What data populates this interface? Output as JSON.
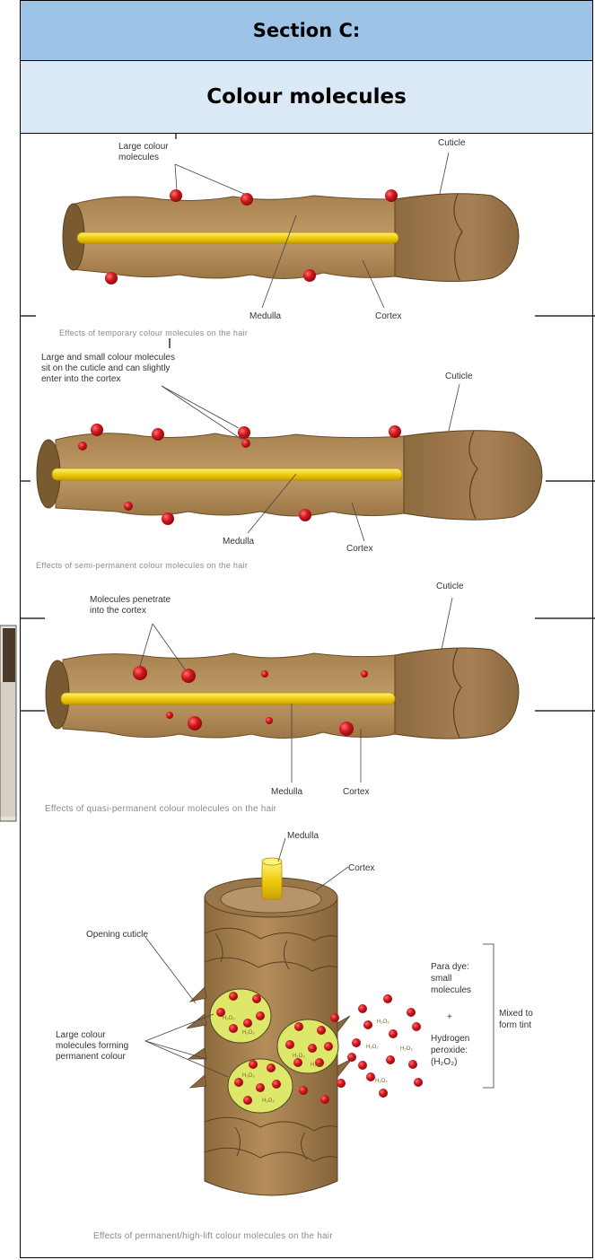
{
  "header": {
    "section": "Section C:",
    "title": "Colour molecules"
  },
  "diagram1": {
    "labels": {
      "large_molecules": [
        "Large colour",
        "molecules"
      ],
      "cuticle": "Cuticle",
      "medulla": "Medulla",
      "cortex": "Cortex"
    },
    "caption": "Effects of temporary colour molecules on the hair"
  },
  "diagram2": {
    "labels": {
      "molecules": [
        "Large and small colour molecules",
        "sit on the cuticle and can slightly",
        "enter into the cortex"
      ],
      "cuticle": "Cuticle",
      "medulla": "Medulla",
      "cortex": "Cortex"
    },
    "caption": "Effects of semi-permanent colour molecules on the hair"
  },
  "diagram3": {
    "labels": {
      "molecules": [
        "Molecules penetrate",
        "into the cortex"
      ],
      "cuticle": "Cuticle",
      "medulla": "Medulla",
      "cortex": "Cortex"
    },
    "caption": "Effects of quasi-permanent colour molecules on the hair"
  },
  "diagram4": {
    "labels": {
      "medulla": "Medulla",
      "cortex": "Cortex",
      "opening_cuticle": "Opening cuticle",
      "large_molecules": [
        "Large colour",
        "molecules forming",
        "permanent colour"
      ],
      "para_dye": [
        "Para dye:",
        "small",
        "molecules"
      ],
      "plus": "+",
      "hydrogen": [
        "Hydrogen",
        "peroxide:",
        "(H₂O₂)"
      ],
      "mixed": [
        "Mixed to",
        "form tint"
      ],
      "h2o2": "H₂O₂"
    },
    "caption": "Effects of permanent/high-lift colour molecules on the hair"
  },
  "colors": {
    "header_dark": "#9dc3e6",
    "header_light": "#dbe8f6",
    "hair": "#b08a57",
    "medulla": "#f2d21b",
    "molecule": "#c8141c",
    "cluster": "#dde86a"
  }
}
